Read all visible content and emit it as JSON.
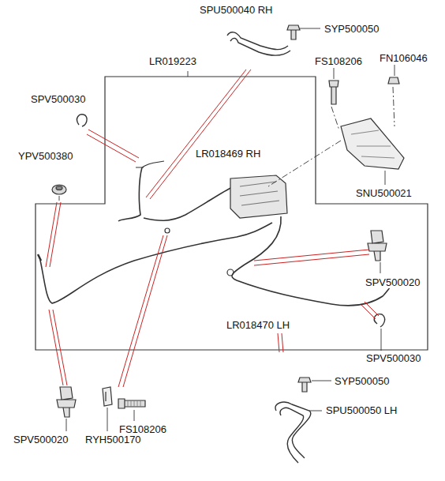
{
  "diagram": {
    "labels": [
      "SPU500040 RH",
      "SYP500050",
      "LR019223",
      "FS108206",
      "FN106046",
      "SPV500030",
      "YPV500380",
      "LR018469 RH",
      "SNU500021",
      "SPV500020",
      "LR018470 LH",
      "SPV500030",
      "SYP500050",
      "SPU500050 LH",
      "SPV500020",
      "RYH500170",
      "FS108206"
    ]
  }
}
